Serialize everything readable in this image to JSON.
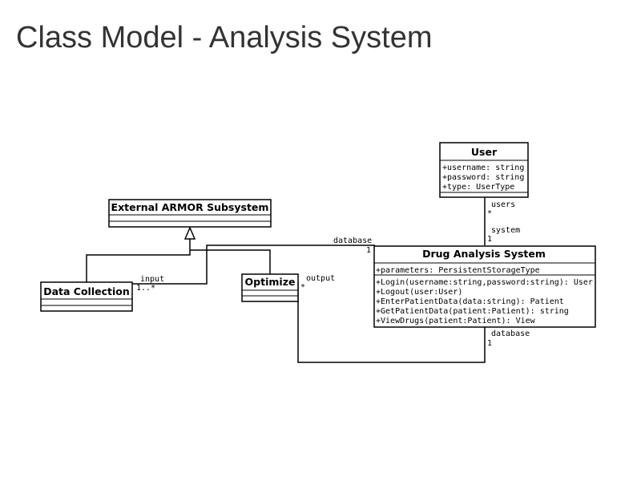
{
  "title": "Class Model - Analysis System",
  "classes": {
    "user": {
      "name": "User",
      "attributes": [
        "+username: string",
        "+password: string",
        "+type: UserType"
      ]
    },
    "external_armor": {
      "name": "External ARMOR Subsystem"
    },
    "data_collection": {
      "name": "Data Collection"
    },
    "optimize": {
      "name": "Optimize"
    },
    "drug_analysis": {
      "name": "Drug Analysis System",
      "attributes": [
        "+parameters: PersistentStorageType"
      ],
      "operations": [
        "+Login(username:string,password:string): User",
        "+Logout(user:User)",
        "+EnterPatientData(data:string): Patient",
        "+GetPatientData(patient:Patient): string",
        "+ViewDrugs(patient:Patient): View"
      ]
    }
  },
  "associations": {
    "user_system": {
      "users_role": "users",
      "users_mult": "*",
      "system_role": "system",
      "system_mult": "1"
    },
    "database_top": {
      "role": "database",
      "mult": "1"
    },
    "data_collection_input": {
      "role": "input",
      "mult": "1..*"
    },
    "optimize_output": {
      "role": "output",
      "mult": "*"
    },
    "database_bottom": {
      "role": "database",
      "mult": "1"
    }
  }
}
